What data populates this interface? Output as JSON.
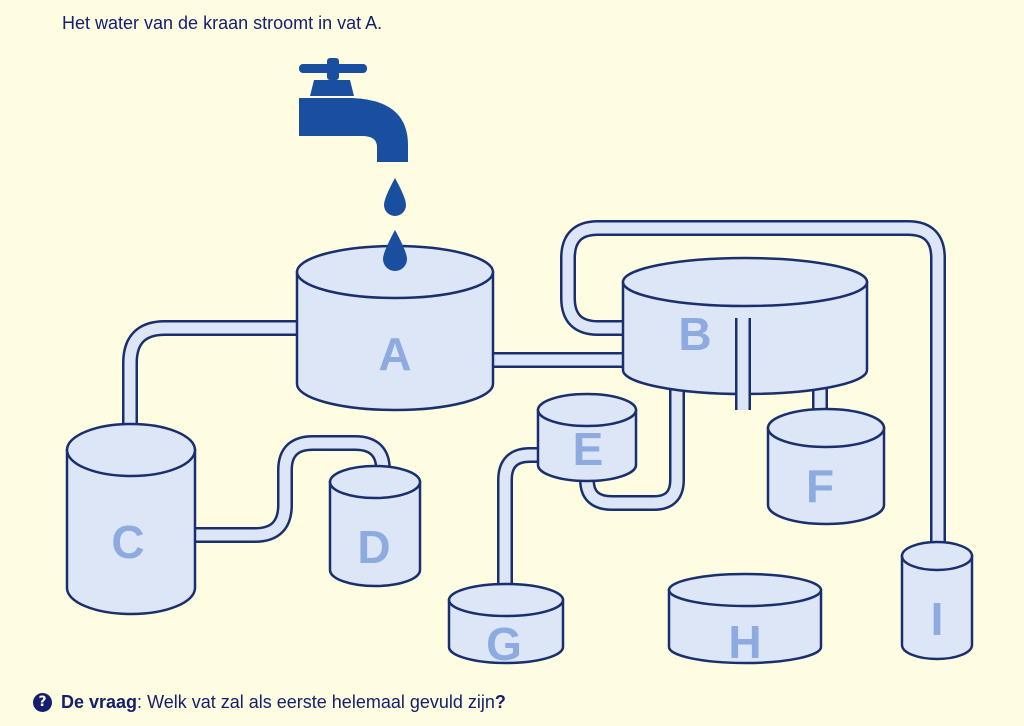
{
  "intro_text": "Het water van de kraan stroomt in vat A.",
  "question": {
    "icon": "question-circle-icon",
    "lead": "De vraag",
    "sep": ": ",
    "text": "Welk vat zal als eerste helemaal gevuld zijn",
    "mark": "?"
  },
  "vats": {
    "A": "A",
    "B": "B",
    "C": "C",
    "D": "D",
    "E": "E",
    "F": "F",
    "G": "G",
    "H": "H",
    "I": "I"
  },
  "colors": {
    "background": "#fefde2",
    "vessel_fill": "#dce6f6",
    "outline": "#1a2f6e",
    "label": "#8eabdf",
    "tap": "#1a4fa0"
  }
}
